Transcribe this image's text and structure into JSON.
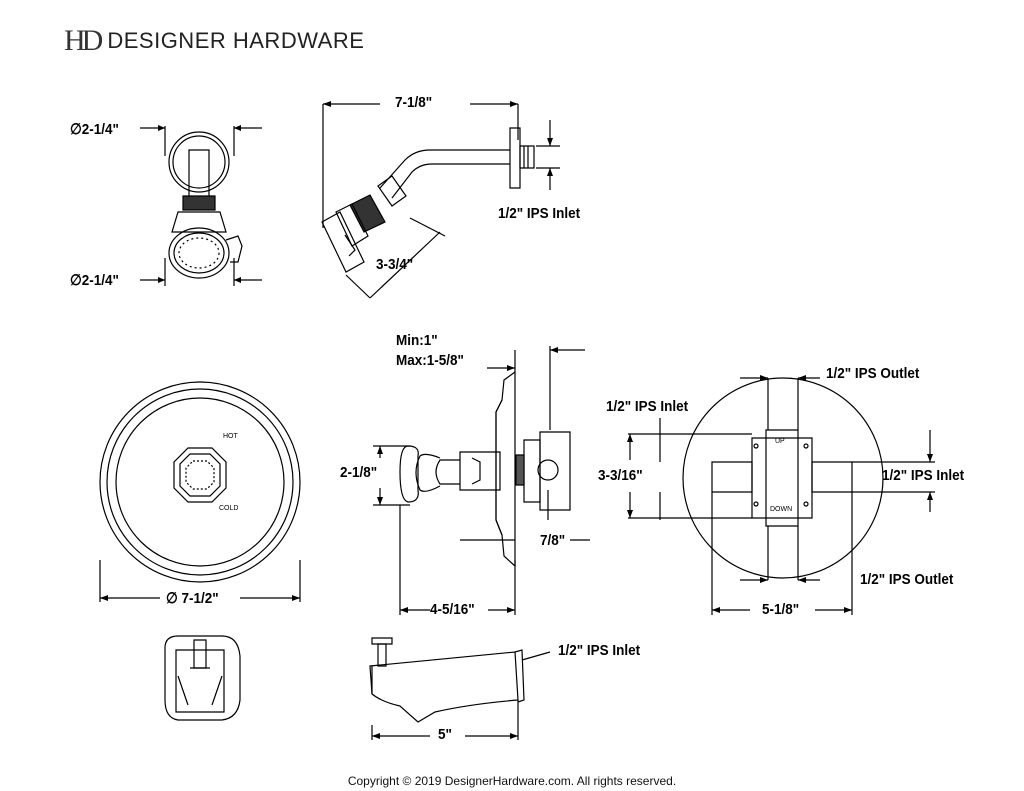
{
  "brand": {
    "mark": "HD",
    "name": "DESIGNER HARDWARE"
  },
  "dimensions": {
    "head_top_dia": "∅2-1/4\"",
    "head_bottom_dia": "∅2-1/4\"",
    "arm_length": "7-1/8\"",
    "arm_inlet": "1/2\" IPS Inlet",
    "head_depth": "3-3/4\"",
    "trim_dia": "∅ 7-1/2\"",
    "wall_minmax_line1": "Min:1\"",
    "wall_minmax_line2": "Max:1-5/8\"",
    "handle_height": "2-1/8\"",
    "valve_depth": "7/8\"",
    "handle_projection": "4-5/16\"",
    "valve_top_outlet": "1/2\" IPS Outlet",
    "valve_left_inlet": "1/2\" IPS Inlet",
    "valve_right_inlet": "1/2\" IPS Inlet",
    "valve_height": "3-3/16\"",
    "valve_bottom_outlet": "1/2\" IPS Outlet",
    "valve_width": "5-1/8\"",
    "spout_inlet": "1/2\" IPS Inlet",
    "spout_length": "5\""
  },
  "handle_labels": {
    "hot": "HOT",
    "cold": "COLD"
  },
  "valve_labels": {
    "up": "UP",
    "down": "DOWN"
  },
  "copyright": "Copyright © 2019 DesignerHardware.com. All rights reserved."
}
